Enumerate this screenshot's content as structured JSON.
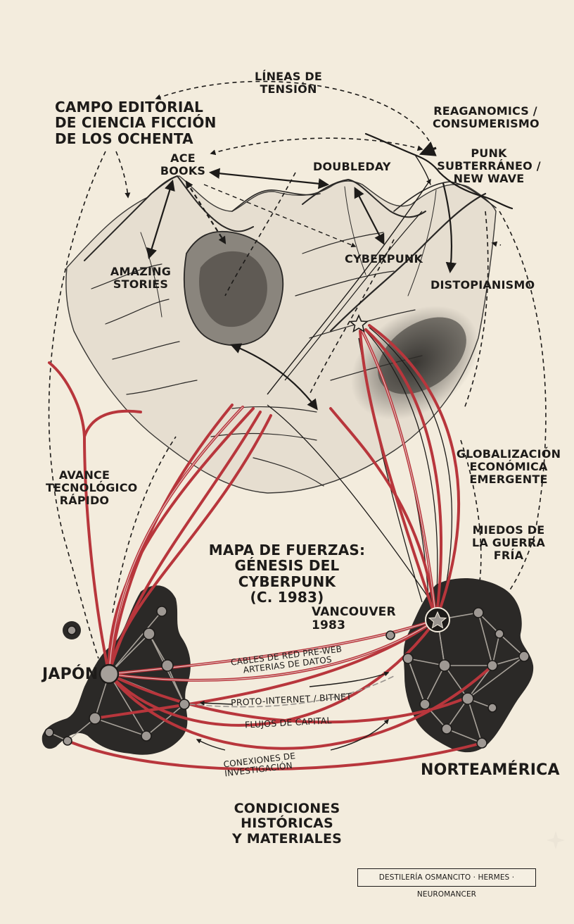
{
  "header": {
    "tension_lines": "LÍNEAS DE TENSIÓN",
    "editorial_field": [
      "CAMPO EDITORIAL",
      "DE CIENCIA FICCIÓN",
      "DE LOS OCHENTA"
    ]
  },
  "mountains": {
    "ace_books": "ACE BOOKS",
    "doubleday": "DOUBLEDAY",
    "amazing_stories": [
      "AMAZING",
      "STORIES"
    ],
    "cyberpunk": "CYBERPUNK",
    "distopianismo": "DISTOPIANISMO"
  },
  "forces": {
    "reaganomics": [
      "REAGANOMICS /",
      "CONSUMERISMO"
    ],
    "punk": [
      "PUNK",
      "SUBTERRÁNEO /",
      "NEW WAVE"
    ],
    "tech": [
      "AVANCE",
      "TECNOLÓGICO",
      "RÁPIDO"
    ],
    "globalization": [
      "GLOBALIZACIÓN",
      "ECONÓMICA",
      "EMERGENTE"
    ],
    "cold_war": [
      "MIEDOS DE",
      "LA GUERRA",
      "FRÍA"
    ]
  },
  "center_title": [
    "MAPA DE FUERZAS:",
    "GÉNESIS DEL CYBERPUNK",
    "(C. 1983)"
  ],
  "places": {
    "vancouver": "VANCOUVER 1983",
    "japan": "JAPÓN",
    "north_america": "NORTEAMÉRICA"
  },
  "connections": {
    "cables": "CABLES DE RED PRE-WEB",
    "arteries": "ARTERIAS DE DATOS",
    "proto_internet": "PROTO-INTERNET / BITNET",
    "capital": "FLUJOS DE CAPITAL",
    "research": "CONEXIONES DE INVESTIGACIÓN"
  },
  "bottom_title": [
    "CONDICIONES HISTÓRICAS",
    "Y MATERIALES"
  ],
  "credit": "DESTILERÍA OSMANCITO · HERMES · NEUROMANCER",
  "colors": {
    "paper": "#f3ecdd",
    "ink": "#1d1b19",
    "red_cable": "#b8363c",
    "land": "#2b2927"
  }
}
